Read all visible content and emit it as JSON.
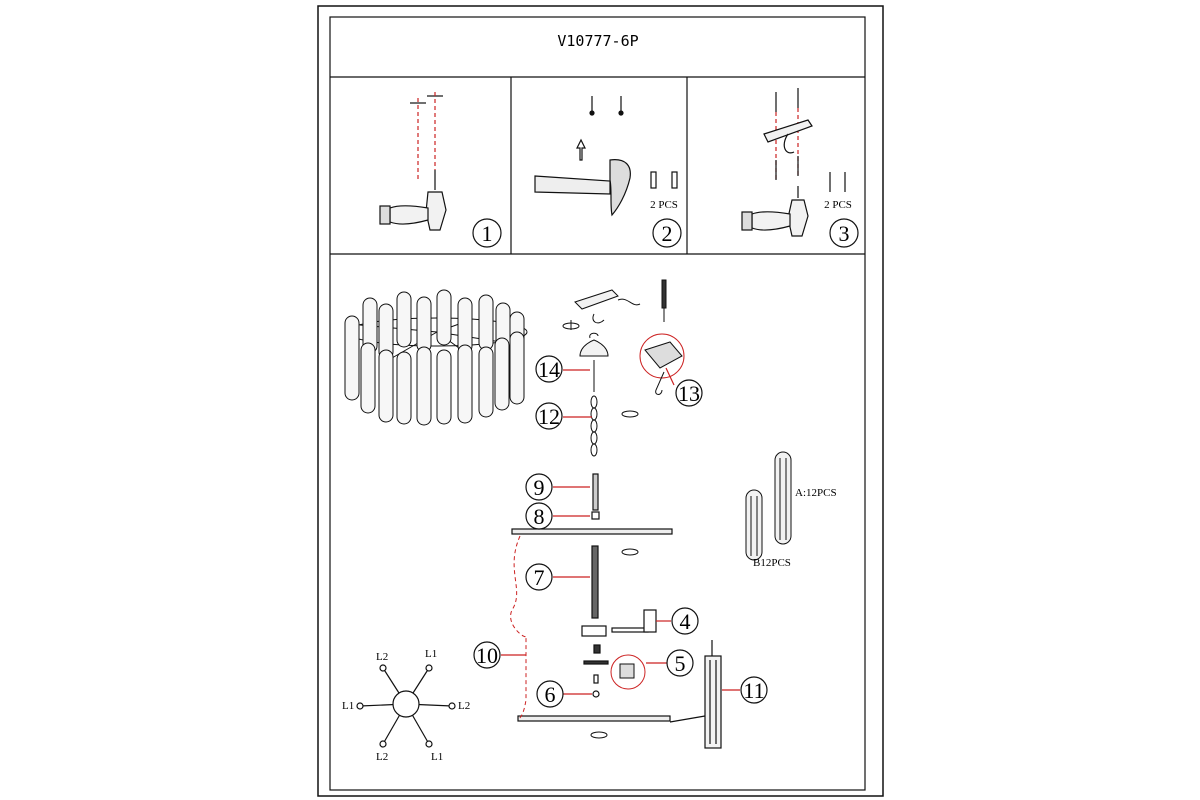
{
  "title": "V10777-6P",
  "steps": [
    {
      "number": "1"
    },
    {
      "number": "2",
      "qty_label": "2 PCS"
    },
    {
      "number": "3",
      "qty_label": "2 PCS"
    }
  ],
  "parts": {
    "p4": "4",
    "p5": "5",
    "p6": "6",
    "p7": "7",
    "p8": "8",
    "p9": "9",
    "p10": "10",
    "p11": "11",
    "p12": "12",
    "p13": "13",
    "p14": "14"
  },
  "shades": {
    "a_label": "A:12PCS",
    "b_label": "B12PCS"
  },
  "wiring": {
    "top_left": "L2",
    "top_right": "L1",
    "mid_left": "L1",
    "mid_right": "L2",
    "bottom_left": "L2",
    "bottom_right": "L1"
  },
  "colors": {
    "line": "#111111",
    "leader": "#cc2222",
    "fill_light": "#f2f2f2"
  }
}
